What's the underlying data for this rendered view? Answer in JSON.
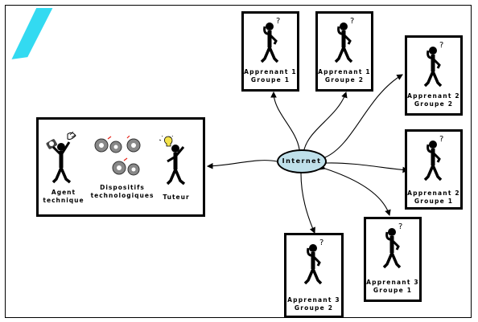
{
  "center": {
    "label": "Internet"
  },
  "learners": [
    {
      "line1": "Apprenant 1",
      "line2": "Groupe 1"
    },
    {
      "line1": "Apprenant 1",
      "line2": "Groupe 2"
    },
    {
      "line1": "Apprenant 2",
      "line2": "Groupe 2"
    },
    {
      "line1": "Apprenant 2",
      "line2": "Groupe 1"
    },
    {
      "line1": "Apprenant 3",
      "line2": "Groupe 1"
    },
    {
      "line1": "Apprenant 3",
      "line2": "Groupe 2"
    }
  ],
  "support": {
    "agent": {
      "line1": "Agent",
      "line2": "technique"
    },
    "devices": {
      "line1": "Dispositifs",
      "line2": "technologiques"
    },
    "tutor": {
      "label": "Tuteur"
    }
  },
  "colors": {
    "ellipse_fill": "#bfe0ea",
    "swoosh": "#28d8f0",
    "gear": "#888888",
    "spark": "#e8251a"
  }
}
